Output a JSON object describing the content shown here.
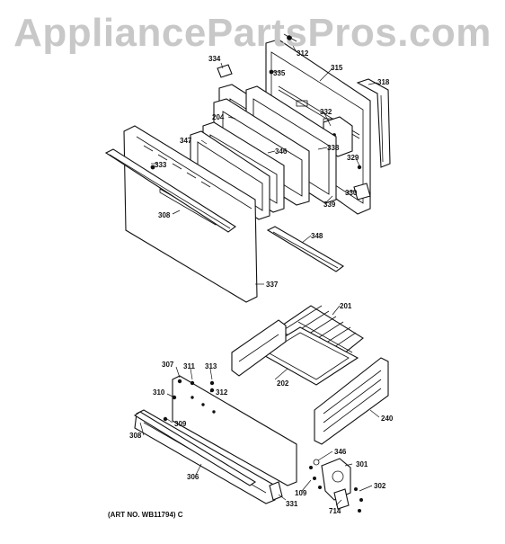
{
  "watermark": "AppliancePartsPros.com",
  "art_number": "(ART NO. WB11794) C",
  "callouts": {
    "c312a": "312",
    "c315": "315",
    "c334": "334",
    "c335": "335",
    "c318": "318",
    "c204": "204",
    "c332": "332",
    "c347": "347",
    "c346a": "346",
    "c338": "338",
    "c333": "333",
    "c329": "329",
    "c330": "330",
    "c339": "339",
    "c308a": "308",
    "c348": "348",
    "c337": "337",
    "c201": "201",
    "c307": "307",
    "c311": "311",
    "c313": "313",
    "c312b": "312",
    "c202": "202",
    "c310": "310",
    "c309": "309",
    "c308b": "308",
    "c240": "240",
    "c306": "306",
    "c346b": "346",
    "c301": "301",
    "c109": "109",
    "c302": "302",
    "c331": "331",
    "c714": "714"
  }
}
